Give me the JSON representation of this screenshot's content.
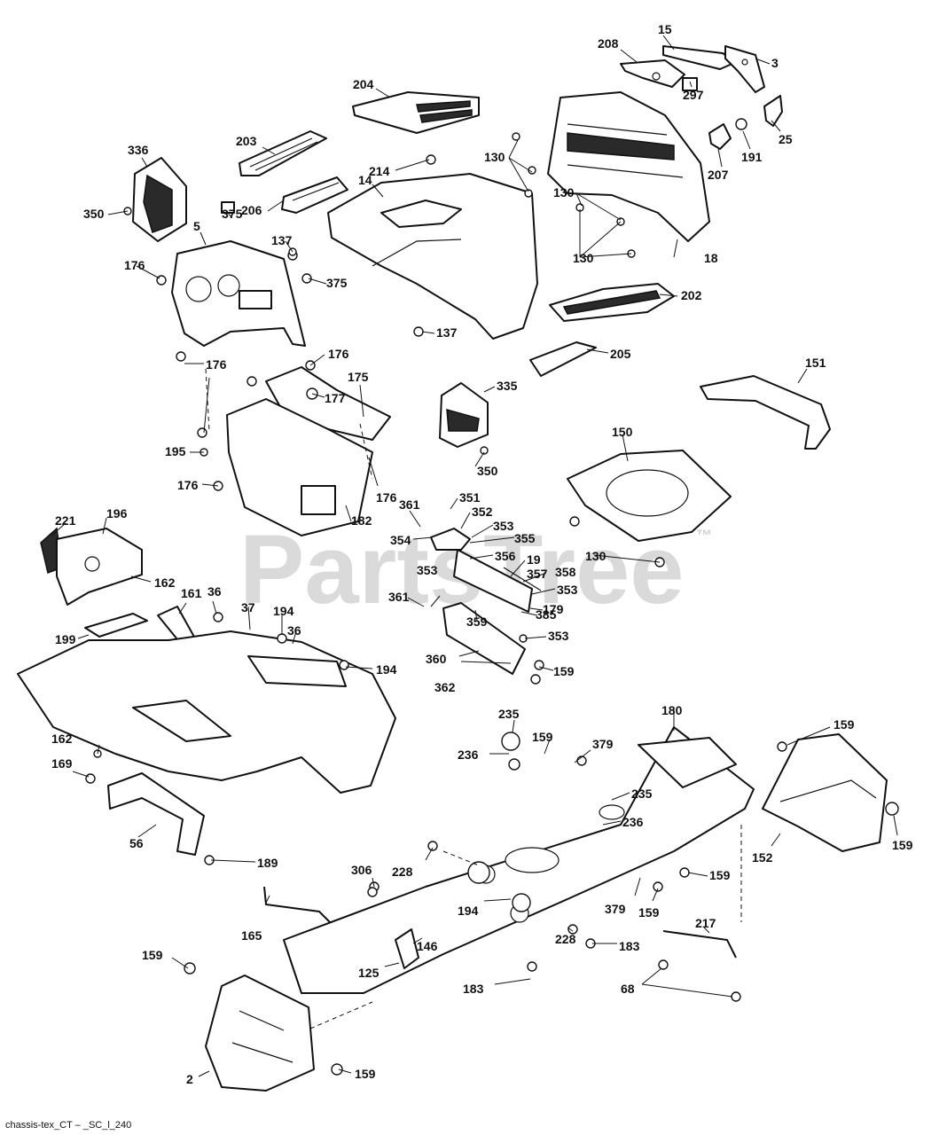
{
  "callouts": [
    {
      "id": "c15",
      "label": "15"
    },
    {
      "id": "c208",
      "label": "208"
    },
    {
      "id": "c3",
      "label": "3"
    },
    {
      "id": "c297",
      "label": "297"
    },
    {
      "id": "c204",
      "label": "204"
    },
    {
      "id": "c25",
      "label": "25"
    },
    {
      "id": "c207",
      "label": "207"
    },
    {
      "id": "c191",
      "label": "191"
    },
    {
      "id": "c336",
      "label": "336"
    },
    {
      "id": "c203",
      "label": "203"
    },
    {
      "id": "c130a",
      "label": "130"
    },
    {
      "id": "c214",
      "label": "214"
    },
    {
      "id": "c14",
      "label": "14"
    },
    {
      "id": "c130b",
      "label": "130"
    },
    {
      "id": "c350a",
      "label": "350"
    },
    {
      "id": "c206",
      "label": "206"
    },
    {
      "id": "c375a",
      "label": "375"
    },
    {
      "id": "c137a",
      "label": "137"
    },
    {
      "id": "c130c",
      "label": "130"
    },
    {
      "id": "c18",
      "label": "18"
    },
    {
      "id": "c5",
      "label": "5"
    },
    {
      "id": "c176a",
      "label": "176"
    },
    {
      "id": "c375b",
      "label": "375"
    },
    {
      "id": "c202",
      "label": "202"
    },
    {
      "id": "c137b",
      "label": "137"
    },
    {
      "id": "c176b",
      "label": "176"
    },
    {
      "id": "c176c",
      "label": "176"
    },
    {
      "id": "c205",
      "label": "205"
    },
    {
      "id": "c151",
      "label": "151"
    },
    {
      "id": "c175",
      "label": "175"
    },
    {
      "id": "c177",
      "label": "177"
    },
    {
      "id": "c335",
      "label": "335"
    },
    {
      "id": "c195",
      "label": "195"
    },
    {
      "id": "c150",
      "label": "150"
    },
    {
      "id": "c350b",
      "label": "350"
    },
    {
      "id": "c176d",
      "label": "176"
    },
    {
      "id": "c176e",
      "label": "176"
    },
    {
      "id": "c351",
      "label": "351"
    },
    {
      "id": "c361a",
      "label": "361"
    },
    {
      "id": "c182",
      "label": "182"
    },
    {
      "id": "c352",
      "label": "352"
    },
    {
      "id": "c221",
      "label": "221"
    },
    {
      "id": "c196",
      "label": "196"
    },
    {
      "id": "c353a",
      "label": "353"
    },
    {
      "id": "c354",
      "label": "354"
    },
    {
      "id": "c355",
      "label": "355"
    },
    {
      "id": "c130d",
      "label": "130"
    },
    {
      "id": "c356",
      "label": "356"
    },
    {
      "id": "c19",
      "label": "19"
    },
    {
      "id": "c353b",
      "label": "353"
    },
    {
      "id": "c358",
      "label": "358"
    },
    {
      "id": "c357",
      "label": "357"
    },
    {
      "id": "c162a",
      "label": "162"
    },
    {
      "id": "c353c",
      "label": "353"
    },
    {
      "id": "c36a",
      "label": "36"
    },
    {
      "id": "c161",
      "label": "161"
    },
    {
      "id": "c361b",
      "label": "361"
    },
    {
      "id": "c179",
      "label": "179"
    },
    {
      "id": "c385",
      "label": "385"
    },
    {
      "id": "c37",
      "label": "37"
    },
    {
      "id": "c194a",
      "label": "194"
    },
    {
      "id": "c359",
      "label": "359"
    },
    {
      "id": "c199",
      "label": "199"
    },
    {
      "id": "c36b",
      "label": "36"
    },
    {
      "id": "c353d",
      "label": "353"
    },
    {
      "id": "c194b",
      "label": "194"
    },
    {
      "id": "c360",
      "label": "360"
    },
    {
      "id": "c159a",
      "label": "159"
    },
    {
      "id": "c362",
      "label": "362"
    },
    {
      "id": "c235a",
      "label": "235"
    },
    {
      "id": "c180",
      "label": "180"
    },
    {
      "id": "c159b",
      "label": "159"
    },
    {
      "id": "c162b",
      "label": "162"
    },
    {
      "id": "c159c",
      "label": "159"
    },
    {
      "id": "c236a",
      "label": "236"
    },
    {
      "id": "c379a",
      "label": "379"
    },
    {
      "id": "c169",
      "label": "169"
    },
    {
      "id": "c235b",
      "label": "235"
    },
    {
      "id": "c236b",
      "label": "236"
    },
    {
      "id": "c56",
      "label": "56"
    },
    {
      "id": "c152",
      "label": "152"
    },
    {
      "id": "c159d",
      "label": "159"
    },
    {
      "id": "c189",
      "label": "189"
    },
    {
      "id": "c306",
      "label": "306"
    },
    {
      "id": "c228a",
      "label": "228"
    },
    {
      "id": "c159e",
      "label": "159"
    },
    {
      "id": "c379b",
      "label": "379"
    },
    {
      "id": "c194c",
      "label": "194"
    },
    {
      "id": "c159f",
      "label": "159"
    },
    {
      "id": "c217",
      "label": "217"
    },
    {
      "id": "c165",
      "label": "165"
    },
    {
      "id": "c146",
      "label": "146"
    },
    {
      "id": "c228b",
      "label": "228"
    },
    {
      "id": "c183a",
      "label": "183"
    },
    {
      "id": "c159g",
      "label": "159"
    },
    {
      "id": "c125",
      "label": "125"
    },
    {
      "id": "c183b",
      "label": "183"
    },
    {
      "id": "c68",
      "label": "68"
    },
    {
      "id": "c2",
      "label": "2"
    },
    {
      "id": "c159h",
      "label": "159"
    }
  ],
  "watermark": {
    "text": "PartsTree",
    "trademark": "™"
  },
  "footer": {
    "text": "chassis-tex_CT – _SC_l_240"
  }
}
